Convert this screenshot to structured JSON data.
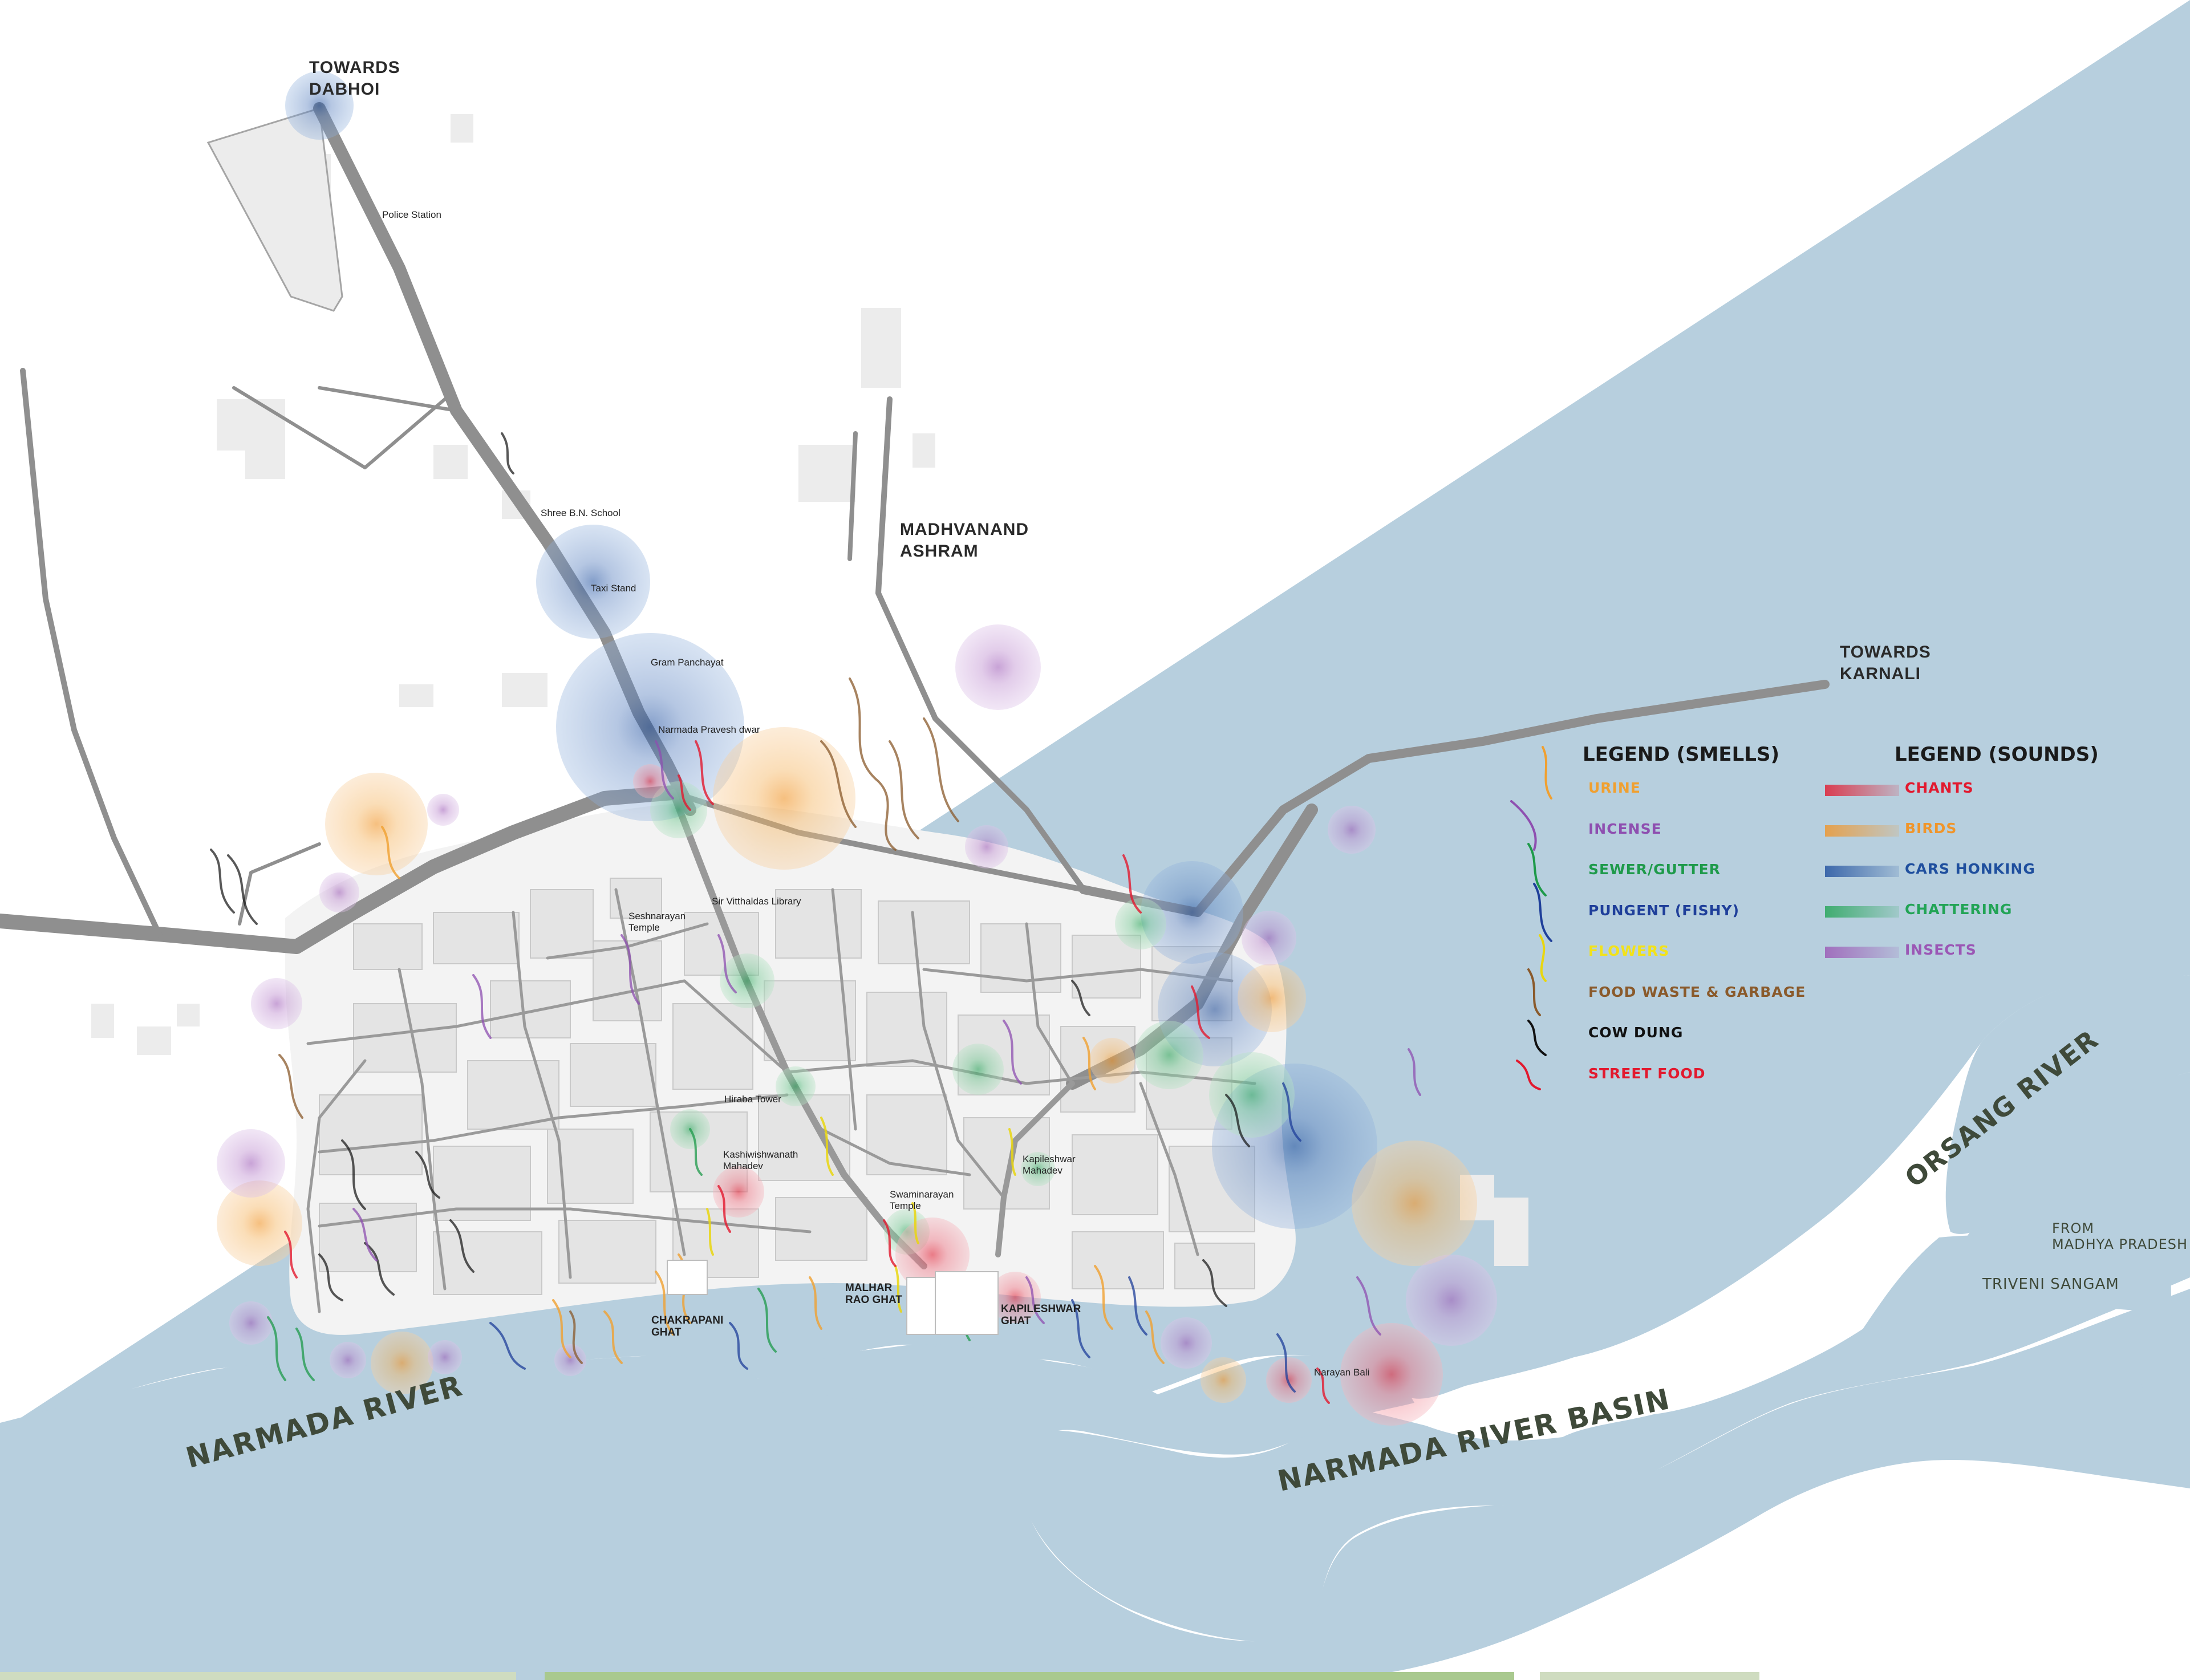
{
  "labels": {
    "towards_dabhoi": [
      "TOWARDS",
      "DABHOI"
    ],
    "madhvanand_ashram": [
      "MADHVANAND",
      "ASHRAM"
    ],
    "towards_karnali": [
      "TOWARDS",
      "KARNALI"
    ],
    "from_madhya_pradesh": [
      "FROM",
      "MADHYA PRADESH"
    ],
    "triveni_sangam": "TRIVENI SANGAM"
  },
  "rivers": {
    "narmada_river": "NARMADA RIVER",
    "narmada_river_basin": "NARMADA RIVER BASIN",
    "orsang_river": "ORSANG RIVER"
  },
  "places": {
    "police_station": "Police Station",
    "shree_bn_school": "Shree B.N. School",
    "taxi_stand": "Taxi Stand",
    "gram_panchayat": "Gram Panchayat",
    "narmada_pravesh_dwar": "Narmada Pravesh dwar",
    "sir_vitthaldas_library": "Sir Vitthaldas Library",
    "seshnarayan_temple": [
      "Seshnarayan",
      "Temple"
    ],
    "hiraba_tower": "Hiraba Tower",
    "kashiwishwanath_mahadev": [
      "Kashiwishwanath",
      "Mahadev"
    ],
    "swaminarayan_temple": [
      "Swaminarayan",
      "Temple"
    ],
    "kapileshwar_mahadev": [
      "Kapileshwar",
      "Mahadev"
    ],
    "narayan_bali": "Narayan Bali"
  },
  "ghats": {
    "chakrapani": [
      "CHAKRAPANI",
      "GHAT"
    ],
    "malhar_rao": [
      "MALHAR",
      "RAO GHAT"
    ],
    "kapileshwar": [
      "KAPILESHWAR",
      "GHAT"
    ]
  },
  "legend_smells": {
    "title": "LEGEND (SMELLS)",
    "items": [
      {
        "label": "URINE",
        "color": "#f0a030"
      },
      {
        "label": "INCENSE",
        "color": "#8e4fb0"
      },
      {
        "label": "SEWER/GUTTER",
        "color": "#1e9a4a"
      },
      {
        "label": "PUNGENT (FISHY)",
        "color": "#1f3f9a"
      },
      {
        "label": "FLOWERS",
        "color": "#f2e21a"
      },
      {
        "label": "FOOD WASTE & GARBAGE",
        "color": "#8a5a2b"
      },
      {
        "label": "COW DUNG",
        "color": "#111111"
      },
      {
        "label": "STREET FOOD",
        "color": "#e2192e"
      }
    ]
  },
  "legend_sounds": {
    "title": "LEGEND (SOUNDS)",
    "items": [
      {
        "label": "CHANTS",
        "color": "#e2192e"
      },
      {
        "label": "BIRDS",
        "color": "#f0952a"
      },
      {
        "label": "CARS HONKING",
        "color": "#1f4f9e"
      },
      {
        "label": "CHATTERING",
        "color": "#22a455"
      },
      {
        "label": "INSECTS",
        "color": "#9b57b5"
      }
    ]
  },
  "colors": {
    "water": "#b7cfde",
    "road": "#8f8f8f",
    "town": "#f2f2f2",
    "building": "#e3e3e3"
  }
}
